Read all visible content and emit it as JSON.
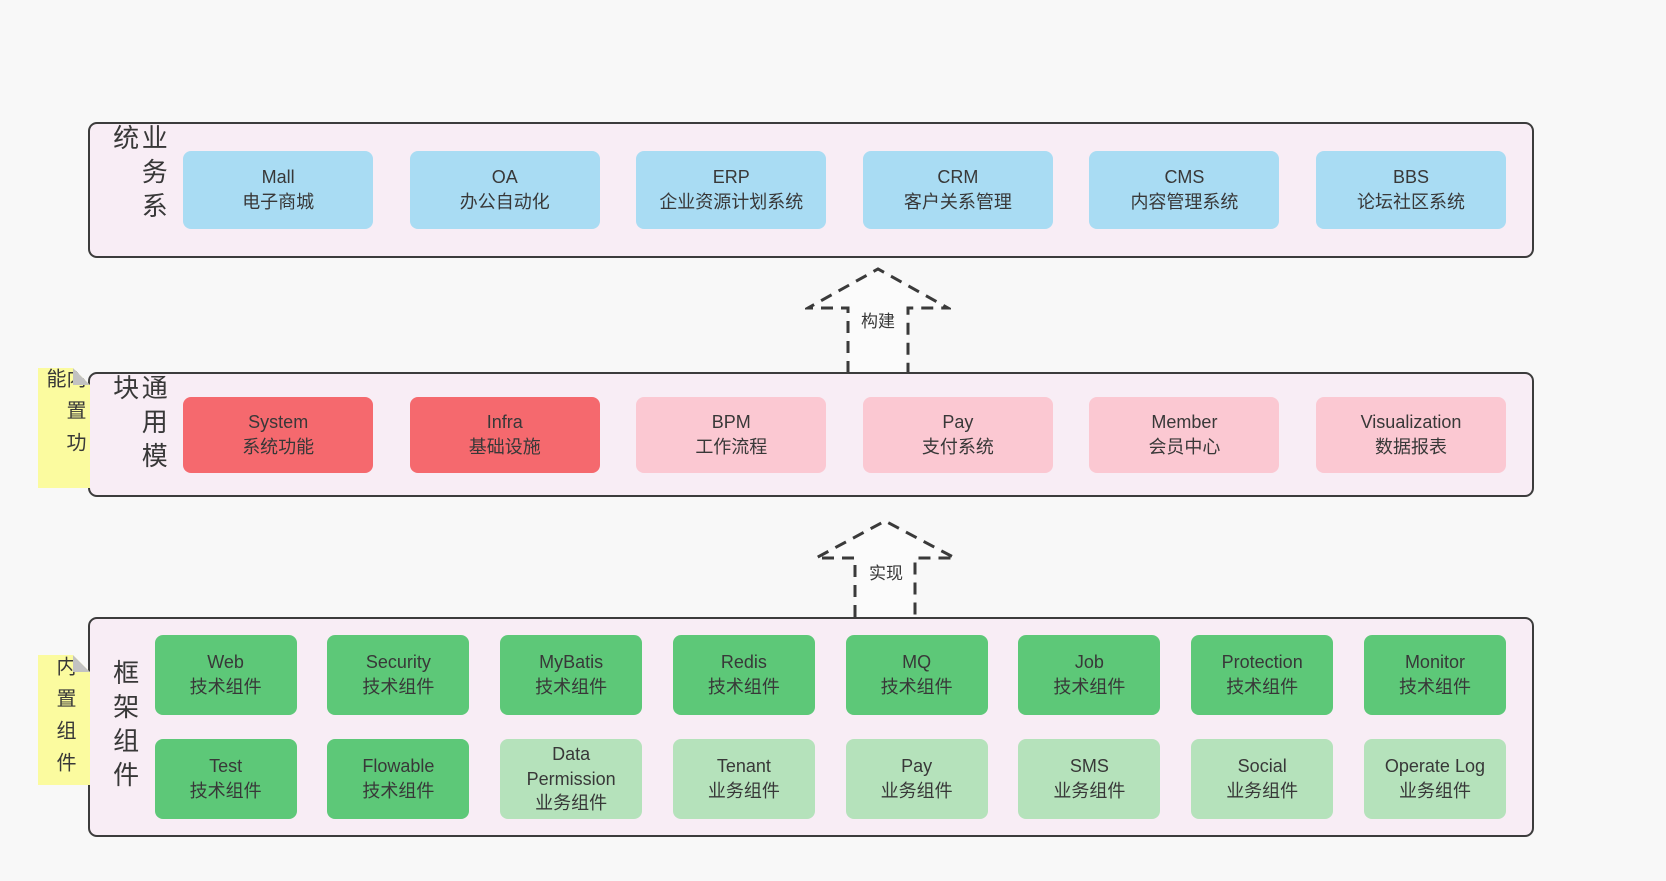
{
  "colors": {
    "pageBg": "#f8f8f8",
    "layerBg": "#f8edf5",
    "layerBorder": "#3c3c3c",
    "text": "#383838",
    "blue": "#a9dcf3",
    "red": "#f5696e",
    "pink": "#fbc8d2",
    "green": "#5dc878",
    "lightgreen": "#b5e2bb",
    "noteBg": "#fbfb9f",
    "noteFold": "#c2c2c2",
    "arrowStroke": "#3a3a3a",
    "arrowFill": "#fbfbfb"
  },
  "layers": {
    "business": {
      "label": "业务系统",
      "boxes": [
        {
          "name": "Mall",
          "desc": "电子商城",
          "variant": "blue"
        },
        {
          "name": "OA",
          "desc": "办公自动化",
          "variant": "blue"
        },
        {
          "name": "ERP",
          "desc": "企业资源计划系统",
          "variant": "blue"
        },
        {
          "name": "CRM",
          "desc": "客户关系管理",
          "variant": "blue"
        },
        {
          "name": "CMS",
          "desc": "内容管理系统",
          "variant": "blue"
        },
        {
          "name": "BBS",
          "desc": "论坛社区系统",
          "variant": "blue"
        }
      ]
    },
    "modules": {
      "label": "通用模块",
      "note": "内置功能",
      "boxes": [
        {
          "name": "System",
          "desc": "系统功能",
          "variant": "red"
        },
        {
          "name": "Infra",
          "desc": "基础设施",
          "variant": "red"
        },
        {
          "name": "BPM",
          "desc": "工作流程",
          "variant": "pink"
        },
        {
          "name": "Pay",
          "desc": "支付系统",
          "variant": "pink"
        },
        {
          "name": "Member",
          "desc": "会员中心",
          "variant": "pink"
        },
        {
          "name": "Visualization",
          "desc": "数据报表",
          "variant": "pink"
        }
      ]
    },
    "components": {
      "label": "框架组件",
      "note": "内置组件",
      "rows": [
        [
          {
            "name": "Web",
            "desc": "技术组件",
            "variant": "green"
          },
          {
            "name": "Security",
            "desc": "技术组件",
            "variant": "green"
          },
          {
            "name": "MyBatis",
            "desc": "技术组件",
            "variant": "green"
          },
          {
            "name": "Redis",
            "desc": "技术组件",
            "variant": "green"
          },
          {
            "name": "MQ",
            "desc": "技术组件",
            "variant": "green"
          },
          {
            "name": "Job",
            "desc": "技术组件",
            "variant": "green"
          },
          {
            "name": "Protection",
            "desc": "技术组件",
            "variant": "green"
          },
          {
            "name": "Monitor",
            "desc": "技术组件",
            "variant": "green"
          }
        ],
        [
          {
            "name": "Test",
            "desc": "技术组件",
            "variant": "green"
          },
          {
            "name": "Flowable",
            "desc": "技术组件",
            "variant": "green"
          },
          {
            "name": "Data Permission",
            "desc": "业务组件",
            "variant": "lightgreen"
          },
          {
            "name": "Tenant",
            "desc": "业务组件",
            "variant": "lightgreen"
          },
          {
            "name": "Pay",
            "desc": "业务组件",
            "variant": "lightgreen"
          },
          {
            "name": "SMS",
            "desc": "业务组件",
            "variant": "lightgreen"
          },
          {
            "name": "Social",
            "desc": "业务组件",
            "variant": "lightgreen"
          },
          {
            "name": "Operate Log",
            "desc": "业务组件",
            "variant": "lightgreen"
          }
        ]
      ]
    }
  },
  "arrows": [
    {
      "label": "构建"
    },
    {
      "label": "实现"
    }
  ]
}
